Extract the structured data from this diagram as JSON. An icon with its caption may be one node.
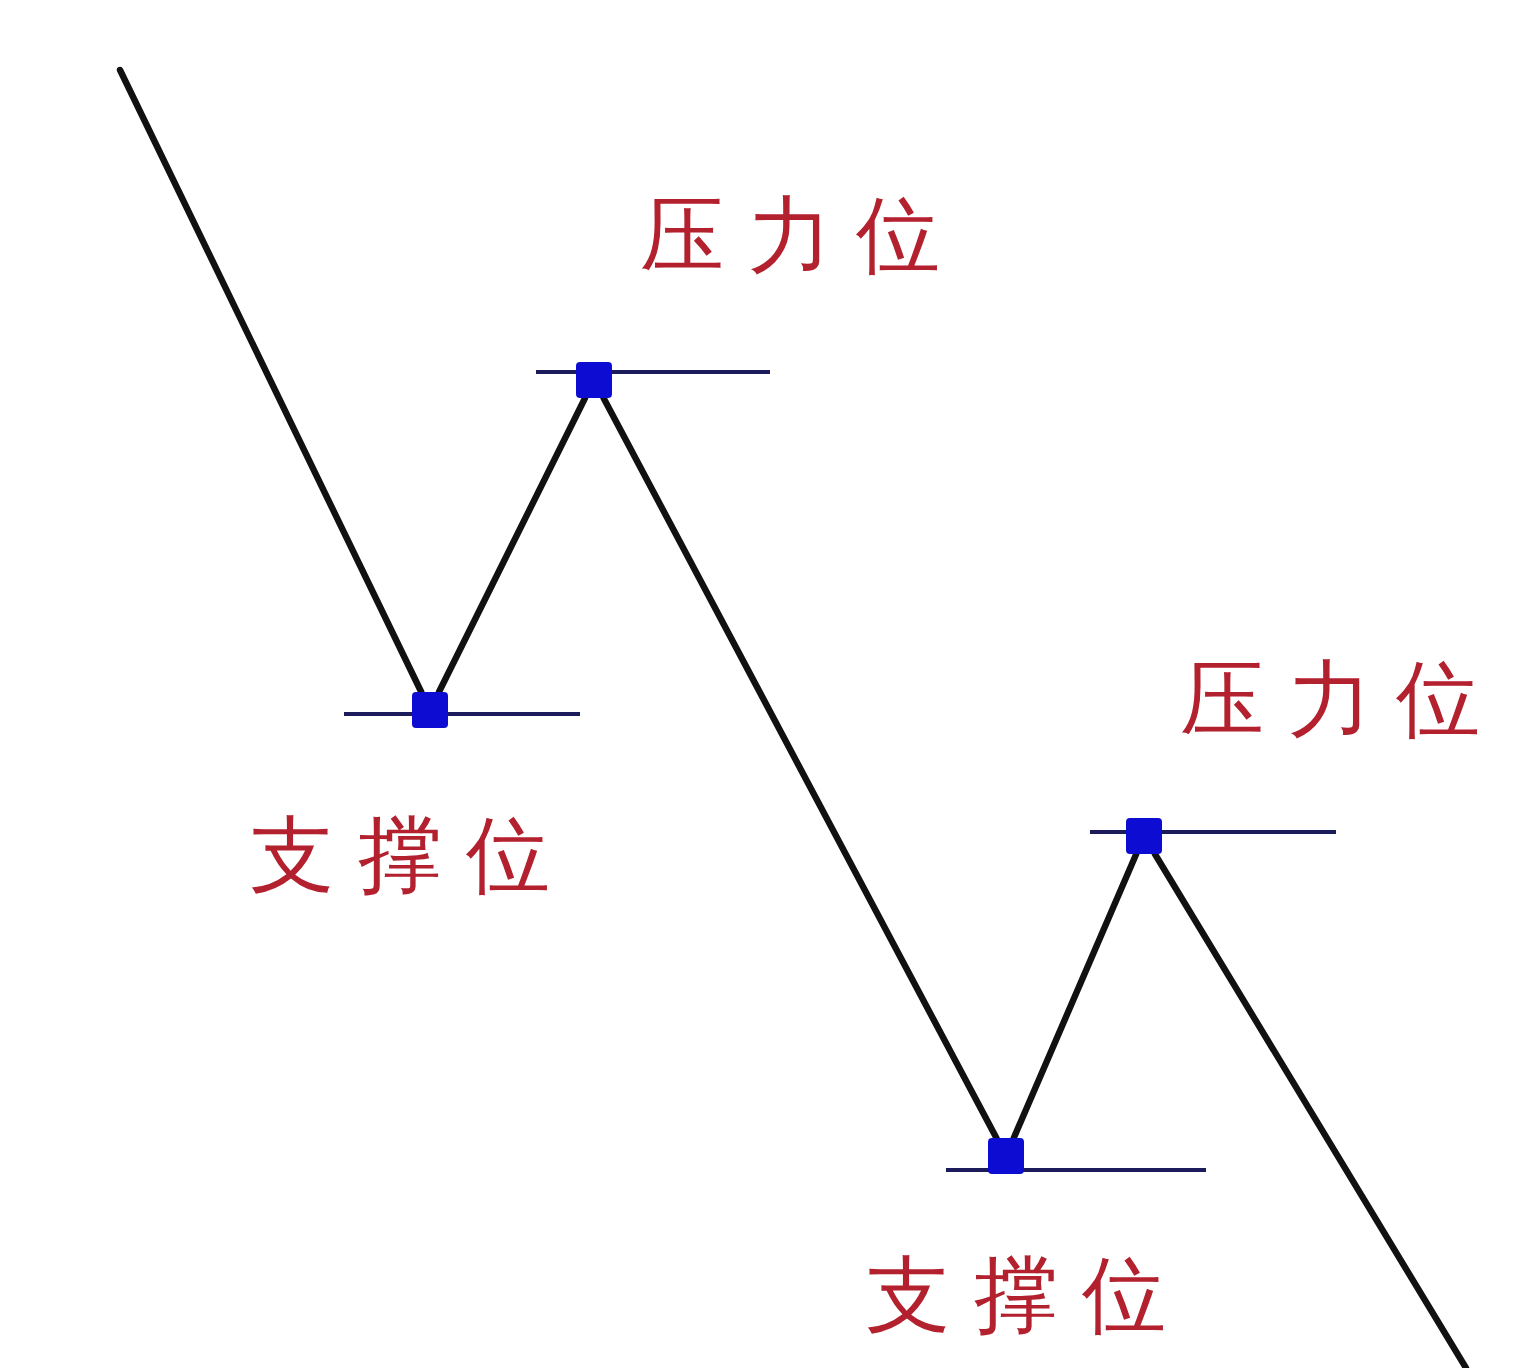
{
  "diagram": {
    "nodes": [
      {
        "text": [],
        "shape": "box",
        "beside": [
          "支撑位"
        ]
      },
      {
        "text": [],
        "shape": "box",
        "beside": [
          "压力位"
        ]
      },
      {
        "text": [],
        "shape": "box",
        "beside": [
          "支撑位"
        ]
      },
      {
        "text": [],
        "shape": "box",
        "beside": [
          "压力位"
        ]
      }
    ],
    "edges": [
      {
        "from": null,
        "to": 0,
        "arrow": "none"
      },
      {
        "from": 0,
        "to": 1,
        "arrow": "none"
      },
      {
        "from": 1,
        "to": 2,
        "arrow": "none"
      },
      {
        "from": 2,
        "to": 3,
        "arrow": "none"
      },
      {
        "from": 3,
        "to": null,
        "arrow": "none"
      }
    ]
  }
}
